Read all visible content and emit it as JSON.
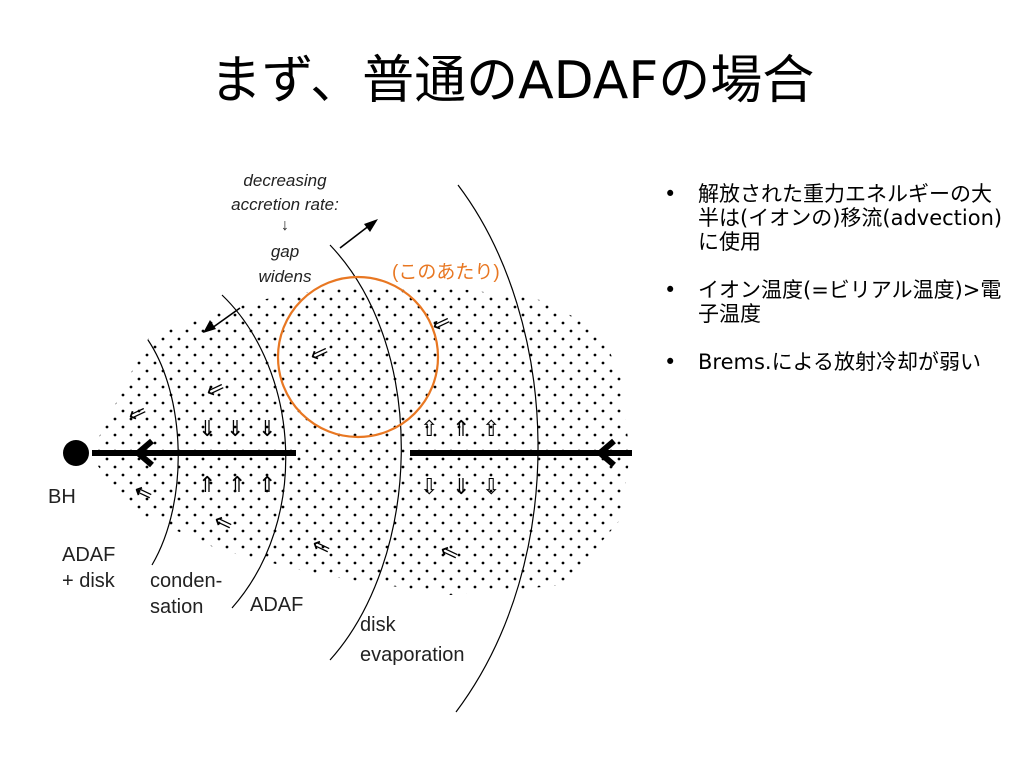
{
  "slide": {
    "title": "まず、普通のADAFの場合"
  },
  "diagram": {
    "label_decreasing_1": "decreasing",
    "label_decreasing_2": "accretion rate:",
    "label_down_arrow": "↓",
    "label_gap_1": "gap",
    "label_gap_2": "widens",
    "highlight_note": "(このあたり)",
    "highlight_color": "#e87722",
    "label_bh": "BH",
    "label_adaf_disk_1": "ADAF",
    "label_adaf_disk_2": "+ disk",
    "label_condensation_1": "conden-",
    "label_condensation_2": "sation",
    "label_adaf": "ADAF",
    "label_disk_evap_1": "disk",
    "label_disk_evap_2": "evaporation",
    "arrow_glyphs": {
      "double_left": "⇐",
      "down_white": "⇓",
      "up_white": "⇑",
      "up_hollow": "⇧",
      "down_hollow": "⇩"
    }
  },
  "bullets": [
    {
      "marker": "•",
      "text": "解放された重力エネルギーの大半は(イオンの)移流(advection)に使用"
    },
    {
      "marker": "•",
      "text": "イオン温度(=ビリアル温度)>電子温度"
    },
    {
      "marker": "•",
      "text": "Brems.による放射冷却が弱い"
    }
  ]
}
